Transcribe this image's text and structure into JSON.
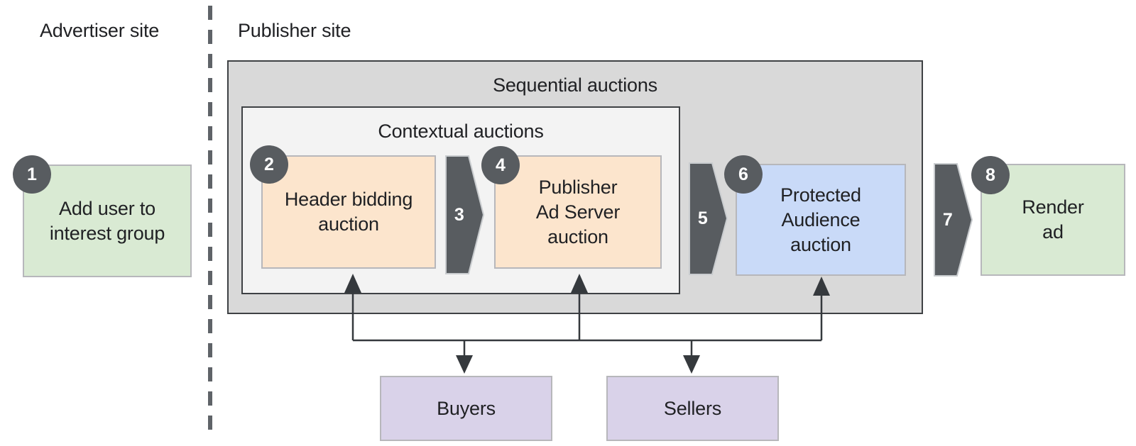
{
  "site_labels": {
    "advertiser": "Advertiser site",
    "publisher": "Publisher site"
  },
  "containers": {
    "sequential_title": "Sequential auctions",
    "contextual_title": "Contextual auctions"
  },
  "steps": [
    {
      "num": "1",
      "type": "box",
      "lines": [
        "Add user to",
        "interest group"
      ],
      "fill": "#d9ead3"
    },
    {
      "num": "2",
      "type": "box",
      "lines": [
        "Header bidding",
        "auction"
      ],
      "fill": "#fce5cd"
    },
    {
      "num": "3",
      "type": "arrow"
    },
    {
      "num": "4",
      "type": "box",
      "lines": [
        "Publisher",
        "Ad Server",
        "auction"
      ],
      "fill": "#fce5cd"
    },
    {
      "num": "5",
      "type": "arrow"
    },
    {
      "num": "6",
      "type": "box",
      "lines": [
        "Protected",
        "Audience",
        "auction"
      ],
      "fill": "#c9daf8"
    },
    {
      "num": "7",
      "type": "arrow"
    },
    {
      "num": "8",
      "type": "box",
      "lines": [
        "Render",
        "ad"
      ],
      "fill": "#d9ead3"
    }
  ],
  "participants": [
    {
      "label": "Buyers",
      "fill": "#d9d2e9"
    },
    {
      "label": "Sellers",
      "fill": "#d9d2e9"
    }
  ],
  "colors": {
    "badge_and_arrow": "#585c60",
    "sequential_fill": "#d9d9d9",
    "contextual_fill": "#f3f3f3",
    "container_border": "#3e4144",
    "box_border": "#b7b7bb",
    "connector_line": "#35393d",
    "divider": "#5f6368",
    "text": "#202124"
  }
}
